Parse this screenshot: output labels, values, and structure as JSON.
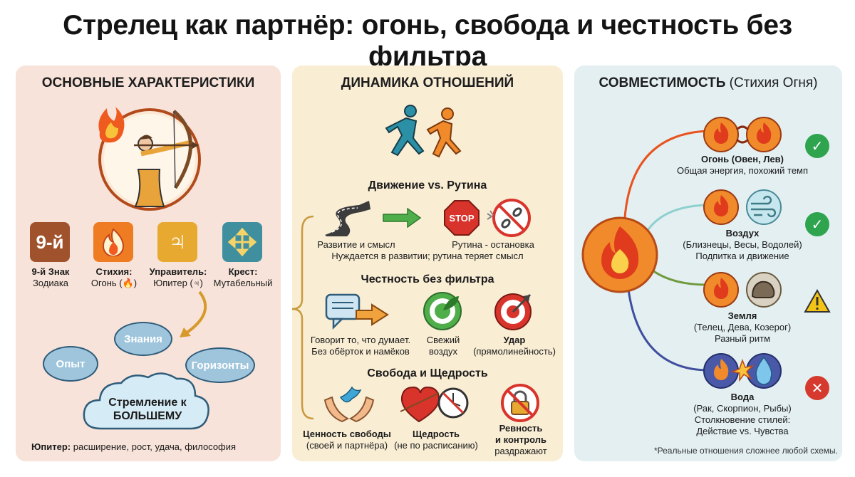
{
  "title": "Стрелец как партнёр: огонь, свобода и честность без фильтра",
  "panel_characteristics": {
    "heading": "ОСНОВНЫЕ ХАРАКТЕРИСТИКИ",
    "tiles": [
      {
        "glyph": "9-й",
        "label": "9-й Знак",
        "value": "Зодиака"
      },
      {
        "label": "Стихия:",
        "value": "Огонь (🔥)"
      },
      {
        "glyph": "♃",
        "label": "Управитель:",
        "value": "Юпитер (♃)"
      },
      {
        "label": "Крест:",
        "value": "Мутабельный"
      }
    ],
    "bubbles": [
      "Знания",
      "Опыт",
      "Горизонты"
    ],
    "cloud": "Стремление к\nБОЛЬШЕМУ",
    "footer_bold": "Юпитер:",
    "footer_text": " расширение, рост, удача, философия"
  },
  "panel_dynamics": {
    "heading": "ДИНАМИКА ОТНОШЕНИЙ",
    "section1": {
      "title": "Движение vs. Рутина",
      "left_caption": "Развитие и смысл",
      "stop_label": "STOP",
      "right_caption": "Рутина - остановка",
      "summary": "Нуждается в развитии; рутина теряет смысл"
    },
    "section2": {
      "title": "Честность без фильтра",
      "items": [
        {
          "line1": "Говорит то, что думает.",
          "line2": "Без обёрток и намёков"
        },
        {
          "line1": "Свежий",
          "line2": "воздух"
        },
        {
          "line1": "Удар",
          "line2": "(прямолинейность)"
        }
      ]
    },
    "section3": {
      "title": "Свобода и Щедрость",
      "items": [
        {
          "line1": "Ценность свободы",
          "line2": "(своей и партнёра)"
        },
        {
          "line1": "Щедрость",
          "line2": "(не по расписанию)"
        },
        {
          "line1": "Ревность",
          "line2": "и контроль",
          "line3": "раздражают"
        }
      ]
    }
  },
  "panel_compat": {
    "heading": "СОВМЕСТИМОСТЬ",
    "heading_note": "(Стихия Огня)",
    "rows": [
      {
        "name": "Огонь (Овен, Лев)",
        "desc": "Общая энергия, похожий темп",
        "status": "ok"
      },
      {
        "name": "Воздух",
        "signs": "(Близнецы, Весы, Водолей)",
        "desc": "Подпитка и движение",
        "status": "ok"
      },
      {
        "name": "Земля",
        "signs": "(Телец, Дева, Козерог)",
        "desc": "Разный ритм",
        "status": "warn"
      },
      {
        "name": "Вода",
        "signs": "(Рак, Скорпион, Рыбы)",
        "desc": "Столкновение стилей:",
        "desc2": "Действие vs. Чувства",
        "status": "bad"
      }
    ],
    "footnote": "*Реальные отношения сложнее любой схемы.",
    "colors": {
      "fire": "#e8531f",
      "air": "#8fd0cf",
      "earth": "#6f9a3c",
      "water": "#3f4f9e",
      "ok": "#2ea44f",
      "warn": "#f2c417",
      "bad": "#d63a2f"
    }
  }
}
